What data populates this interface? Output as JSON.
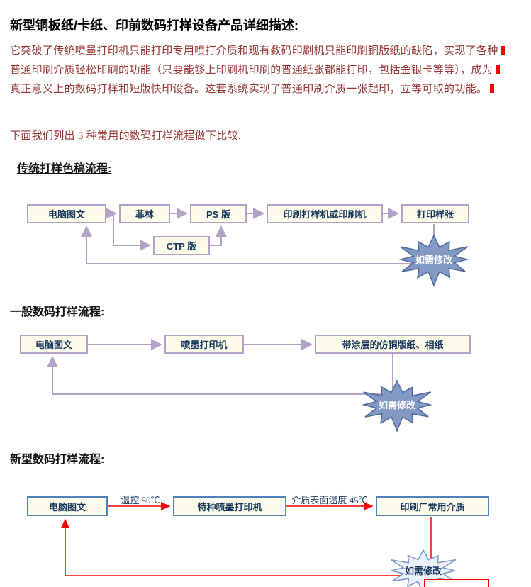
{
  "document": {
    "title": "新型铜板纸/卡纸、印前数码打样设备产品详细描述:",
    "paragraph": {
      "line1": "它突破了传统喷墨打印机只能打印专用喷打介质和现有数码印刷机只能印刷铜版纸的缺陷，实现了各种",
      "line2": "普通印刷介质轻松印刷的功能（只要能够上印刷机印刷的普通纸张都能打印，包括金银卡等等），成为",
      "line3": "真正意义上的数码打样和短版快印设备。这套系统实现了普通印刷介质一张起印，立等可取的功能。",
      "line4": "下面我们列出 3 种常用的数码打样流程做下比较."
    }
  },
  "flow_traditional": {
    "heading": "传统打样色稿流程: ",
    "boxes": {
      "computer": "电脑图文",
      "film": "菲林",
      "ps_plate": "PS 版",
      "ctp_plate": "CTP 版",
      "press": "印刷打样机或印刷机",
      "print_sample": "打印样张"
    },
    "burst": "如需修改"
  },
  "flow_general": {
    "heading": "一般数码打样流程:",
    "boxes": {
      "computer": "电脑图文",
      "inkjet": "喷墨打印机",
      "coated_media": "带涂层的仿铜版纸、相纸"
    },
    "burst": "如需修改"
  },
  "flow_new": {
    "heading": "新型数码打样流程:",
    "boxes": {
      "computer": "电脑图文",
      "special_inkjet": "特种喷墨打印机",
      "common_media": "印刷厂常用介质"
    },
    "labels": {
      "temp_control": "温控 50℃",
      "surface_temp": "介质表面温度 45℃"
    },
    "burst": "如需修改"
  },
  "colors": {
    "body_text": "#953735",
    "box_fill": "#FDFBE9",
    "box_border_purple": "#B2A2C7",
    "box_border_blue": "#4F81BD",
    "box_text": "#17375E",
    "connector_purple": "#B2A2C7",
    "connector_red": "#FF0000",
    "burst_fill": "#8299C6",
    "burst_fill_light": "#EAF1FA",
    "mark_red": "#FF0000"
  }
}
